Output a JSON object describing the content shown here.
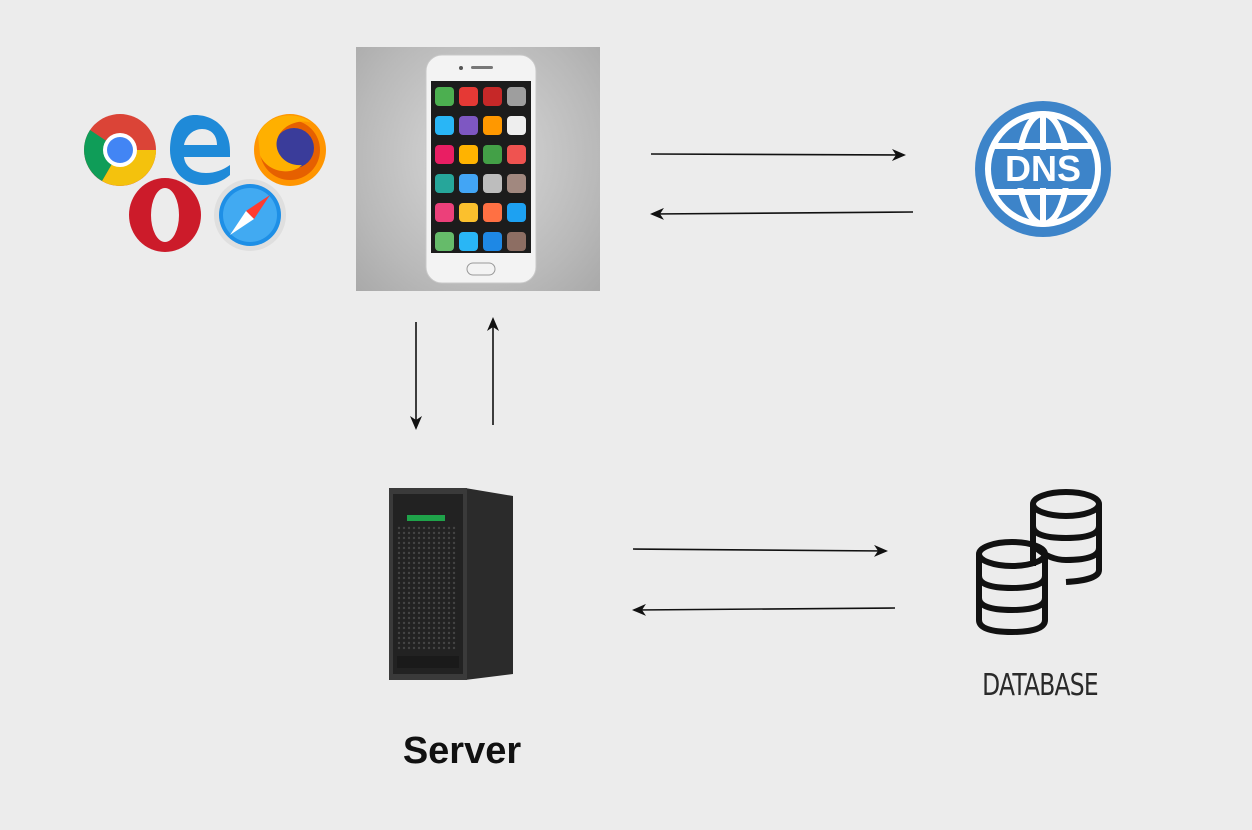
{
  "nodes": {
    "browsers": {
      "icons": [
        "chrome-icon",
        "edge-icon",
        "firefox-icon",
        "opera-icon",
        "safari-icon"
      ]
    },
    "phone": {
      "icon": "smartphone-icon"
    },
    "dns": {
      "icon": "dns-globe-icon",
      "badge_text": "DNS",
      "color": "#3d84c9"
    },
    "server": {
      "label": "Server",
      "icon": "server-tower-icon",
      "accent": "#1fa34a"
    },
    "database": {
      "label": "DATABASE",
      "icon": "database-icon"
    }
  },
  "edges": [
    {
      "from": "phone",
      "to": "dns"
    },
    {
      "from": "dns",
      "to": "phone"
    },
    {
      "from": "phone",
      "to": "server"
    },
    {
      "from": "server",
      "to": "phone"
    },
    {
      "from": "server",
      "to": "database"
    },
    {
      "from": "database",
      "to": "server"
    }
  ]
}
